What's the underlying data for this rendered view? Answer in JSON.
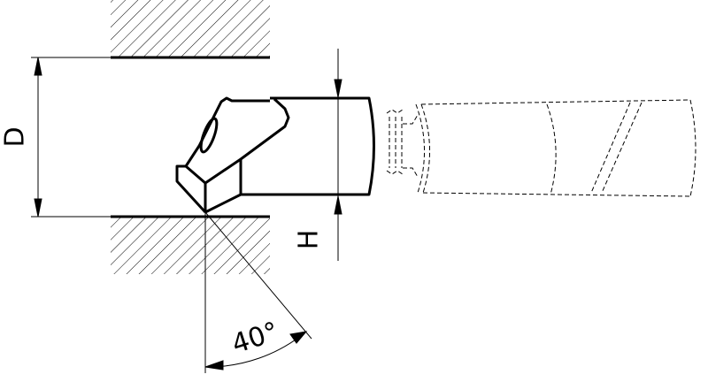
{
  "drawing": {
    "dimension_diameter_label": "D",
    "dimension_height_label": "H",
    "angle_label": "40°",
    "colors": {
      "line": "#000000",
      "background": "#ffffff"
    }
  }
}
